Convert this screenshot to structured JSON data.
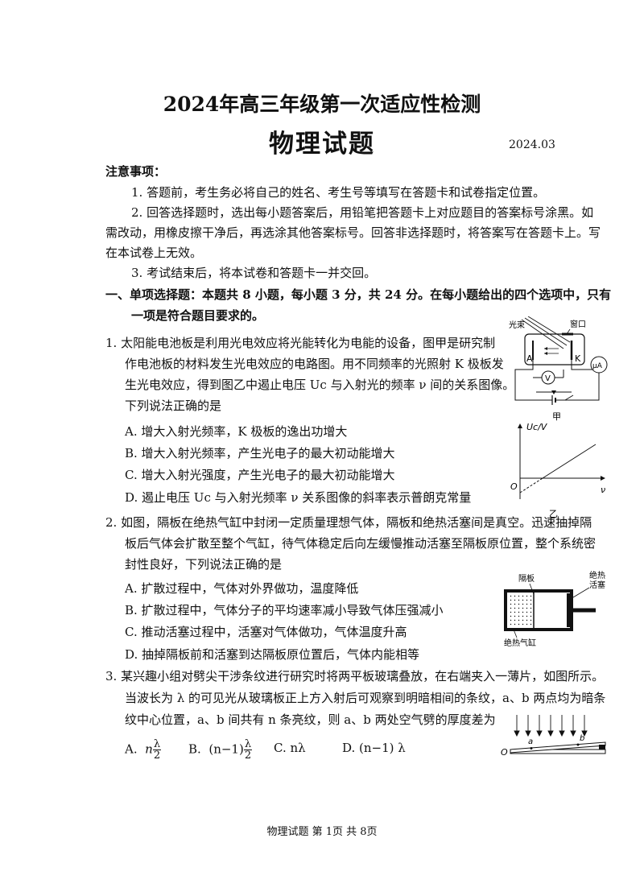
{
  "header": {
    "title": "2024年高三年级第一次适应性检测",
    "subject": "物理试题",
    "date": "2024.03"
  },
  "notice": {
    "heading": "注意事项：",
    "items": [
      "1.  答题前，考生务必将自己的姓名、考生号等填写在答题卡和试卷指定位置。",
      "2.  回答选择题时，选出每小题答案后，用铅笔把答题卡上对应题目的答案标号涂黑。如",
      "需改动，用橡皮擦干净后，再选涂其他答案标号。回答非选择题时，将答案写在答题卡上。写",
      "在本试卷上无效。",
      "3.  考试结束后，将本试卷和答题卡一并交回。"
    ]
  },
  "section1": {
    "line1": "一、单项选择题：本题共 8 小题，每小题 3 分，共 24 分。在每小题给出的四个选项中，只有",
    "line2": "一项是符合题目要求的。"
  },
  "q1": {
    "lines": [
      "1.  太阳能电池板是利用光电效应将光能转化为电能的设备，图甲是研究制",
      "作电池板的材料发生光电效应的电路图。用不同频率的光照射 K 极板发",
      "生光电效应，得到图乙中遏止电压 Uc 与入射光的频率 ν 间的关系图像。",
      "下列说法正确的是"
    ],
    "options": [
      "A.  增大入射光频率，K 极板的逸出功增大",
      "B.  增大入射光频率，产生光电子的最大初动能增大",
      "C.  增大入射光强度，产生光电子的最大初动能增大",
      "D.  遏止电压 Uc 与入射光频率 ν 关系图像的斜率表示普朗克常量"
    ],
    "fig_jia": {
      "light_label": "光束",
      "window_label": "窗口",
      "anode": "A",
      "cathode": "K",
      "voltmeter": "V",
      "ammeter": "μA",
      "caption": "甲"
    },
    "fig_yi": {
      "ylabel": "Uc/V",
      "xlabel": "ν",
      "origin": "O",
      "caption": "乙"
    }
  },
  "q2": {
    "lines": [
      "2.  如图，隔板在绝热气缸中封闭一定质量理想气体，隔板和绝热活塞间是真空。迅速抽掉隔",
      "板后气体会扩散至整个气缸，待气体稳定后向左缓慢推动活塞至隔板原位置，整个系统密",
      "封性良好，下列说法正确的是"
    ],
    "options": [
      "A.  扩散过程中，气体对外界做功，温度降低",
      "B.  扩散过程中，气体分子的平均速率减小导致气体压强减小",
      "C.  推动活塞过程中，活塞对气体做功，气体温度升高",
      "D.  抽掉隔板前和活塞到达隔板原位置后，气体内能相等"
    ],
    "fig": {
      "partition": "隔板",
      "piston_l1": "绝热",
      "piston_l2": "活塞",
      "cylinder": "绝热气缸"
    }
  },
  "q3": {
    "lines": [
      "3.  某兴趣小组对劈尖干涉条纹进行研究时将两平板玻璃叠放，在右端夹入一薄片，如图所示。",
      "当波长为 λ 的可见光从玻璃板正上方入射后可观察到明暗相间的条纹，a、b 两点均为暗条",
      "纹中心位置，a、b 间共有 n 条亮纹，则 a、b 两处空气劈的厚度差为"
    ],
    "options": {
      "A_label": "A.",
      "A_coef": "n",
      "A_num": "λ",
      "A_den": "2",
      "B_label": "B.",
      "B_coef": "(n−1)",
      "B_num": "λ",
      "B_den": "2",
      "C": "C.   nλ",
      "D": "D.   (n−1) λ"
    },
    "fig": {
      "origin": "O",
      "a": "a",
      "b": "b"
    }
  },
  "footer": "物理试题   第 1页   共 8页"
}
